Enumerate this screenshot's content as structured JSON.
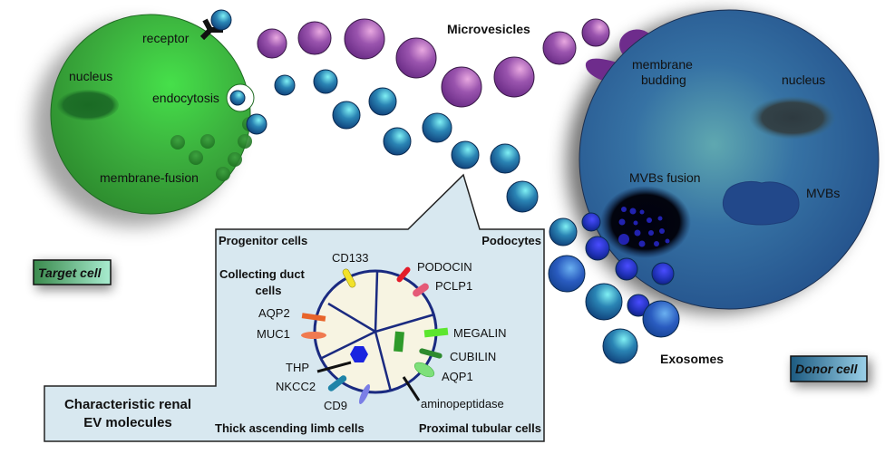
{
  "target_cell": {
    "label_box": "Target cell",
    "labels": {
      "receptor": "receptor",
      "nucleus": "nucleus",
      "endocytosis": "endocytosis",
      "membrane_fusion": "membrane-fusion"
    }
  },
  "donor_cell": {
    "label_box": "Donor cell",
    "labels": {
      "membrane_budding_1": "membrane",
      "membrane_budding_2": "budding",
      "nucleus": "nucleus",
      "mvbs_fusion": "MVBs fusion",
      "mvbs": "MVBs"
    }
  },
  "vesicle_labels": {
    "microvesicles": "Microvesicles",
    "exosomes": "Exosomes"
  },
  "callout": {
    "title_1": "Characteristic renal",
    "title_2": "EV molecules",
    "sections": {
      "progenitor": "Progenitor cells",
      "podocytes": "Podocytes",
      "collecting_1": "Collecting duct",
      "collecting_2": "cells",
      "thick": "Thick ascending limb cells",
      "proximal": "Proximal tubular cells"
    },
    "markers": [
      {
        "name": "CD133",
        "color": "#f2e22a"
      },
      {
        "name": "PODOCIN",
        "color": "#e41c2a"
      },
      {
        "name": "PCLP1",
        "color": "#e55a78"
      },
      {
        "name": "AQP2",
        "color": "#e8642a"
      },
      {
        "name": "MUC1",
        "color": "#f07a50"
      },
      {
        "name": "MEGALIN",
        "color": "#5ce62e"
      },
      {
        "name": "CUBILIN",
        "color": "#2e8a2e"
      },
      {
        "name": "AQP1",
        "color": "#7ee07a"
      },
      {
        "name": "THP",
        "color": "#1a24e0"
      },
      {
        "name": "NKCC2",
        "color": "#1f84a8"
      },
      {
        "name": "CD9",
        "color": "#7a7ee6"
      },
      {
        "name": "aminopeptidase",
        "color": "#111111"
      }
    ]
  },
  "colors": {
    "target_cell": "#3ab83a",
    "donor_cell": "#2d5f98",
    "microvesicle": "#8a4aa0",
    "exosome": "#1c6aa0",
    "callout_bg": "#d8e8f0",
    "ev_fill": "#f7f4e2",
    "ev_stroke": "#1a2a80"
  }
}
